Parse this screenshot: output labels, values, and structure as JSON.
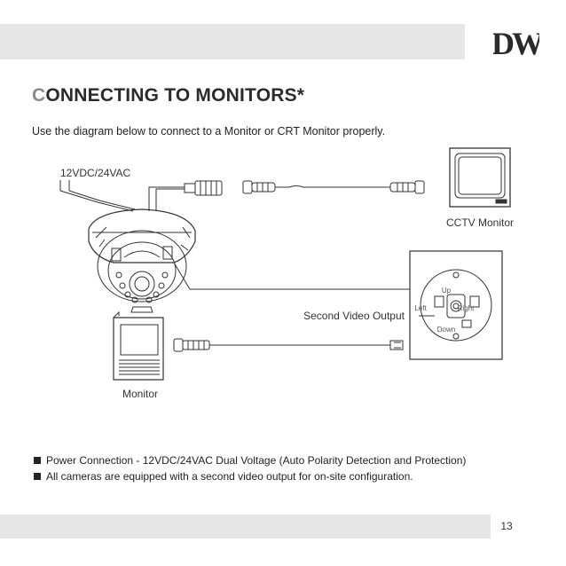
{
  "header": {
    "logo_text": "DW"
  },
  "title": {
    "first_letter": "C",
    "rest": "ONNECTING TO MONITORS*"
  },
  "intro": "Use the diagram below to connect to a Monitor or CRT Monitor properly.",
  "diagram": {
    "power_label": "12VDC/24VAC",
    "cctv_label": "CCTV Monitor",
    "second_output_label": "Second Video Output",
    "monitor_label": "Monitor",
    "control": {
      "up": "Up",
      "down": "Down",
      "left": "Left",
      "right": "Right"
    }
  },
  "notes": [
    "Power Connection - 12VDC/24VAC Dual Voltage (Auto Polarity Detection and Protection)",
    "All cameras are equipped with a second video output for on-site configuration."
  ],
  "footer": {
    "page_number": "13"
  }
}
